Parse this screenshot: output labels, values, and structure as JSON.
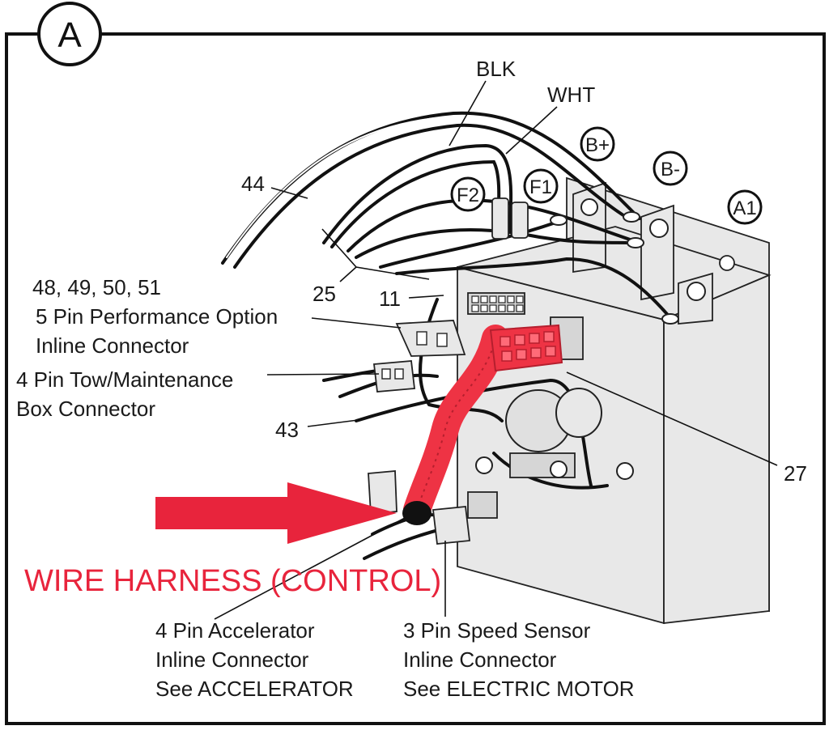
{
  "panel": {
    "badge": "A"
  },
  "labels": {
    "blk": "BLK",
    "wht": "WHT",
    "w44": "44",
    "w25": "25",
    "w11": "11",
    "w43": "43",
    "w27": "27",
    "perf_nums": "48, 49, 50, 51",
    "perf_line1": "5 Pin Performance Option",
    "perf_line2": "Inline Connector",
    "tow_line1": "4 Pin Tow/Maintenance",
    "tow_line2": "Box Connector",
    "acc_line1": "4 Pin Accelerator",
    "acc_line2": "Inline Connector",
    "acc_line3": "See ACCELERATOR",
    "spd_line1": "3 Pin Speed Sensor",
    "spd_line2": "Inline Connector",
    "spd_line3": "See ELECTRIC MOTOR"
  },
  "terminals": {
    "f2": "F2",
    "f1": "F1",
    "bplus": "B+",
    "bminus": "B-",
    "a1": "A1"
  },
  "callout": {
    "title": "WIRE HARNESS (CONTROL)",
    "color": "#e8243c"
  },
  "colors": {
    "harness": "#ee3344",
    "harness_dark": "#b51f2e",
    "ink": "#111111"
  }
}
